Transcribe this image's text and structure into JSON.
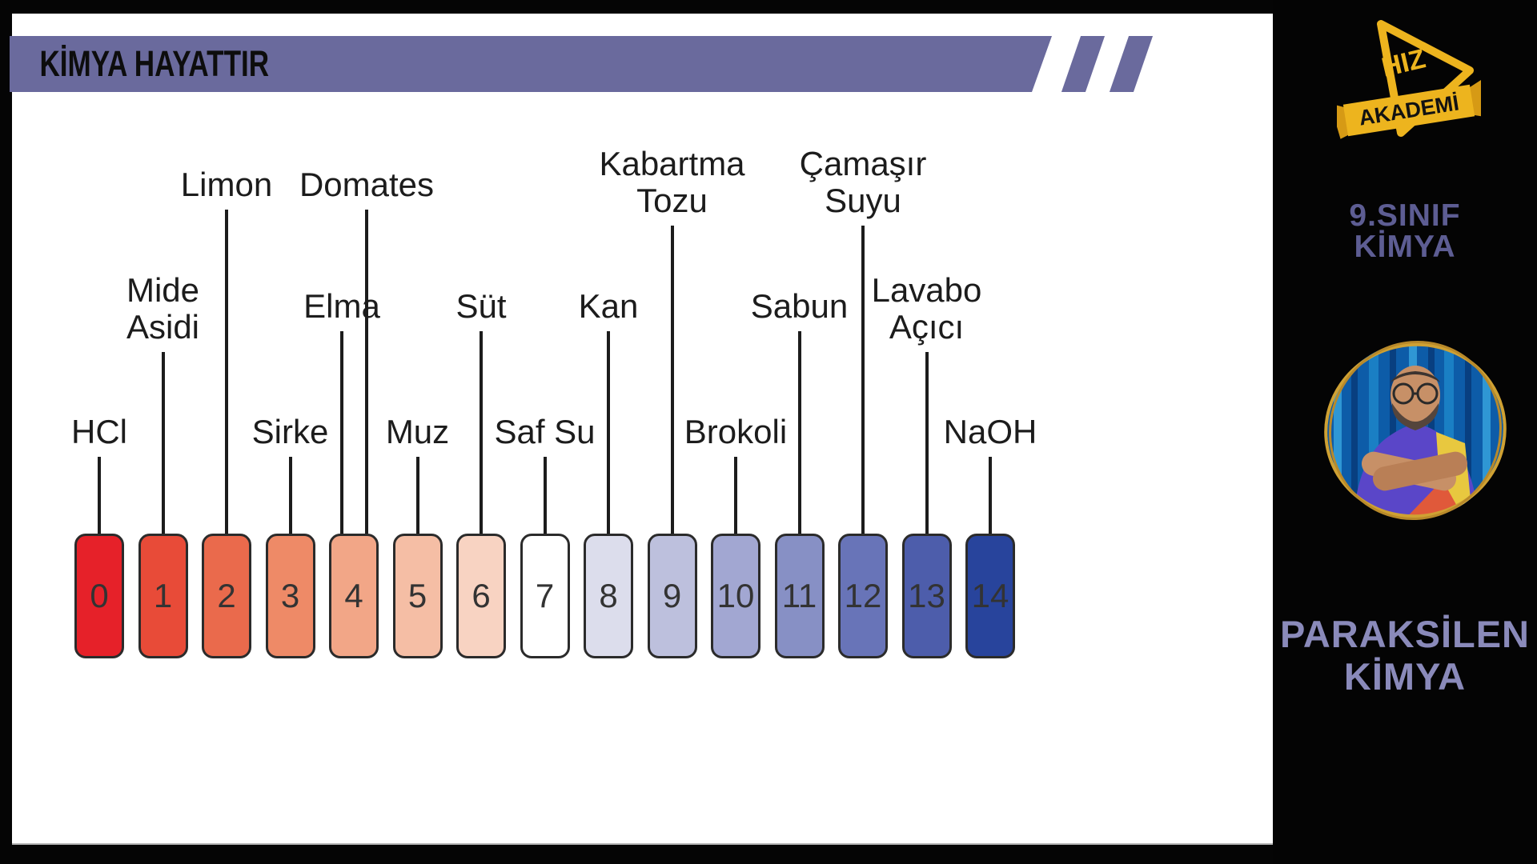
{
  "slide": {
    "title": "KİMYA HAYATTIR"
  },
  "sidebar": {
    "logo": {
      "top_text": "HIZ",
      "banner_text": "AKADEMİ"
    },
    "course_line1": "9.SINIF",
    "course_line2": "KİMYA",
    "brand_line1": "PARAKSİLEN",
    "brand_line2": "KİMYA"
  },
  "colors": {
    "header_band": "#6a6a9d",
    "logo_gold": "#edb41e",
    "course_text": "#5d5d93",
    "brand_text": "#8a8aba"
  },
  "chart_data": {
    "type": "scale",
    "boxes": [
      {
        "value": "0",
        "color": "#e62129"
      },
      {
        "value": "1",
        "color": "#e84b38"
      },
      {
        "value": "2",
        "color": "#ea6a4c"
      },
      {
        "value": "3",
        "color": "#ee8a67"
      },
      {
        "value": "4",
        "color": "#f2a687"
      },
      {
        "value": "5",
        "color": "#f5bea5"
      },
      {
        "value": "6",
        "color": "#f8d3c2"
      },
      {
        "value": "7",
        "color": "#ffffff"
      },
      {
        "value": "8",
        "color": "#dcddec"
      },
      {
        "value": "9",
        "color": "#bdc0dd"
      },
      {
        "value": "10",
        "color": "#a2a7d2"
      },
      {
        "value": "11",
        "color": "#8790c5"
      },
      {
        "value": "12",
        "color": "#6874b8"
      },
      {
        "value": "13",
        "color": "#4d5dab"
      },
      {
        "value": "14",
        "color": "#28449c"
      }
    ],
    "items": [
      {
        "label": "HCl",
        "ph": 0,
        "row": "low"
      },
      {
        "label": "Mide\nAsidi",
        "ph": 1,
        "row": "mid"
      },
      {
        "label": "Limon",
        "ph": 2,
        "row": "top"
      },
      {
        "label": "Sirke",
        "ph": 3,
        "row": "low"
      },
      {
        "label": "Elma",
        "ph": 4,
        "row": "mid"
      },
      {
        "label": "Domates",
        "ph": 4,
        "row": "top"
      },
      {
        "label": "Muz",
        "ph": 5,
        "row": "low"
      },
      {
        "label": "Süt",
        "ph": 6,
        "row": "mid"
      },
      {
        "label": "Saf Su",
        "ph": 7,
        "row": "low"
      },
      {
        "label": "Kan",
        "ph": 8,
        "row": "mid"
      },
      {
        "label": "Kabartma\nTozu",
        "ph": 9,
        "row": "top"
      },
      {
        "label": "Brokoli",
        "ph": 10,
        "row": "low"
      },
      {
        "label": "Sabun",
        "ph": 11,
        "row": "mid"
      },
      {
        "label": "Çamaşır\nSuyu",
        "ph": 12,
        "row": "top"
      },
      {
        "label": "Lavabo\nAçıcı",
        "ph": 13,
        "row": "mid"
      },
      {
        "label": "NaOH",
        "ph": 14,
        "row": "low"
      }
    ]
  }
}
